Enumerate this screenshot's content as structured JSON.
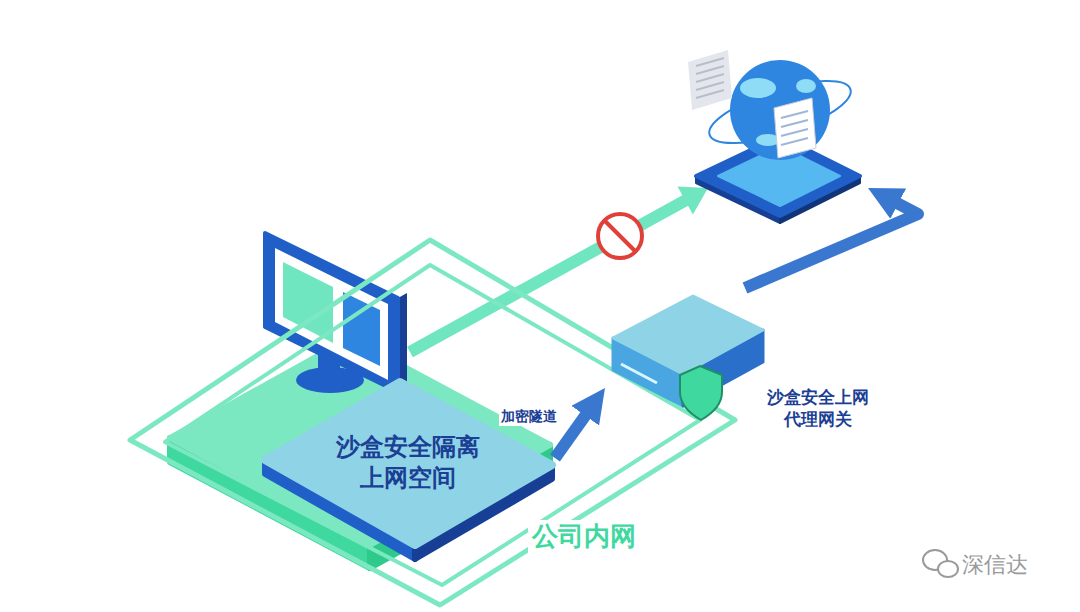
{
  "diagram": {
    "nodes": [
      {
        "text": [
          "公司内网"
        ]
      },
      {
        "text": [
          "沙盒安全隔离上网空间"
        ],
        "in": 0
      },
      {
        "text": [
          "沙盒安全上网代理网关"
        ],
        "in": 0
      },
      {
        "text": []
      }
    ],
    "edges": [
      {
        "from": 1,
        "to": 2,
        "arrow": "to",
        "label": "加密隧道"
      },
      {
        "from": 2,
        "to": 3,
        "arrow": "to"
      }
    ],
    "labels": [
      "深信达"
    ]
  }
}
